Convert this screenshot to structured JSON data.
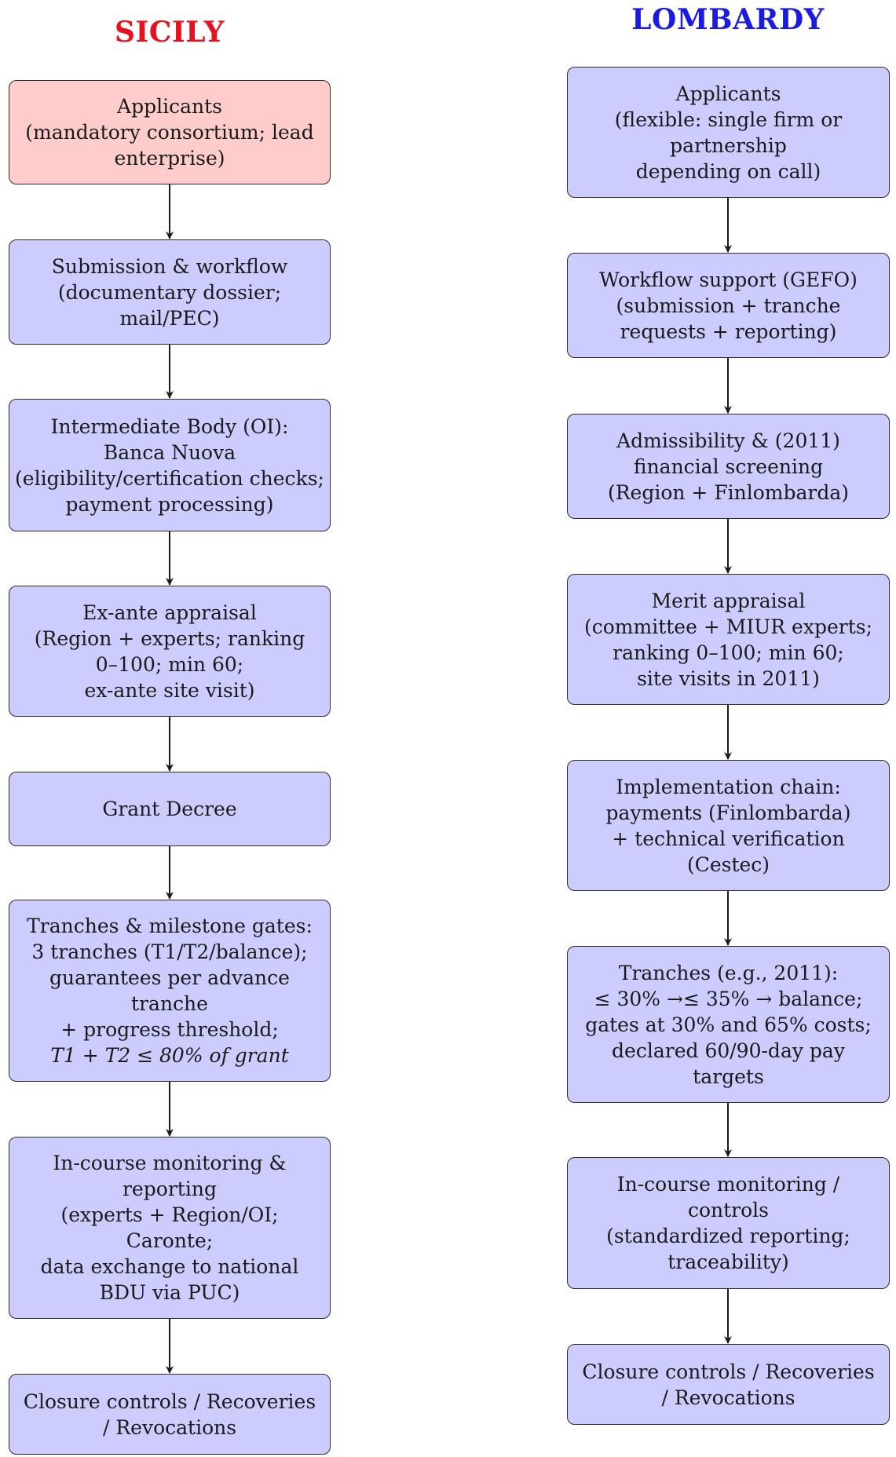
{
  "colors": {
    "sicily_title": "#e8101f",
    "lombardy_title": "#1a1ae0",
    "box_fill": "#ccccff",
    "highlight_fill": "#ffcccc",
    "stroke": "#2b2b2b"
  },
  "sicily": {
    "title": "SICILY",
    "steps": [
      {
        "lines": [
          "Applicants",
          "(mandatory consortium; lead",
          "enterprise)"
        ]
      },
      {
        "lines": [
          "Submission & workflow",
          "(documentary dossier;",
          "mail/PEC)"
        ]
      },
      {
        "lines": [
          "Intermediate Body (OI):",
          "Banca Nuova",
          "(eligibility/certification checks;",
          "payment processing)"
        ]
      },
      {
        "lines": [
          "Ex-ante appraisal",
          "(Region + experts; ranking",
          "0–100; min 60;",
          "ex-ante site visit)"
        ]
      },
      {
        "lines": [
          "Grant Decree"
        ]
      },
      {
        "lines": [
          "Tranches & milestone gates:",
          "3 tranches (T1/T2/balance);",
          "guarantees per advance",
          "tranche",
          "+ progress threshold;",
          "T1 + T2 ≤ 80% of grant"
        ]
      },
      {
        "lines": [
          "In-course monitoring &",
          "reporting",
          "(experts + Region/OI;",
          "Caronte;",
          "data exchange to national",
          "BDU via PUC)"
        ]
      },
      {
        "lines": [
          "Closure controls / Recoveries",
          "/ Revocations"
        ]
      }
    ]
  },
  "lombardy": {
    "title": "LOMBARDY",
    "steps": [
      {
        "lines": [
          "Applicants",
          "(flexible: single firm or",
          "partnership",
          "depending on call)"
        ]
      },
      {
        "lines": [
          "Workflow support (GEFO)",
          "(submission + tranche",
          "requests + reporting)"
        ]
      },
      {
        "lines": [
          "Admissibility & (2011)",
          "financial screening",
          "(Region + Finlombarda)"
        ]
      },
      {
        "lines": [
          "Merit appraisal",
          "(committee + MIUR experts;",
          "ranking 0–100; min 60;",
          "site visits in 2011)"
        ]
      },
      {
        "lines": [
          "Implementation chain:",
          "payments (Finlombarda)",
          "+ technical verification",
          "(Cestec)"
        ]
      },
      {
        "lines": [
          "Tranches (e.g., 2011):",
          "≤ 30% →≤ 35% → balance;",
          "gates at 30% and 65% costs;",
          "declared 60/90-day pay",
          "targets"
        ]
      },
      {
        "lines": [
          "In-course monitoring /",
          "controls",
          "(standardized reporting;",
          "traceability)"
        ]
      },
      {
        "lines": [
          "Closure controls / Recoveries",
          "/ Revocations"
        ]
      }
    ]
  }
}
